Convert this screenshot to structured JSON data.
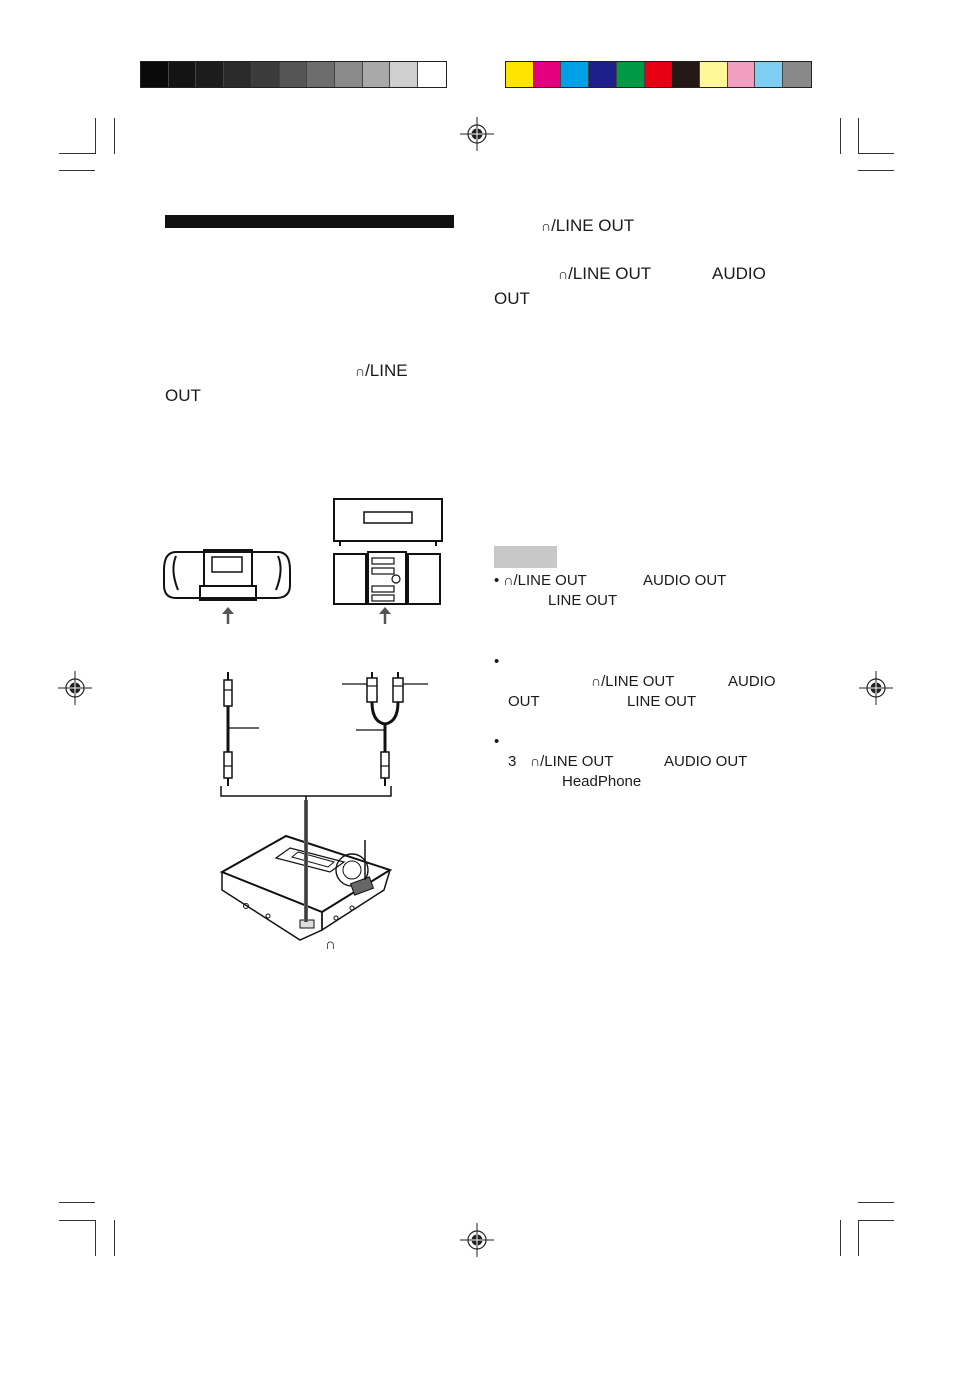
{
  "colors": {
    "grayscale": [
      "#0a0a0a",
      "#141414",
      "#1c1c1c",
      "#2b2b2b",
      "#3b3b3b",
      "#555555",
      "#6d6d6d",
      "#8a8a8a",
      "#a9a9a9",
      "#cfcfcf",
      "#ffffff"
    ],
    "process": [
      "#ffe400",
      "#e4007f",
      "#00a0e9",
      "#1d2088",
      "#009944",
      "#e60012",
      "#231815",
      "#fff799",
      "#f19ec2",
      "#7ecef4",
      "#898989"
    ]
  },
  "headphone_glyph": "∩",
  "left_column": {
    "jack_line1": "/LINE",
    "jack_line2": "OUT"
  },
  "right_column": {
    "heading_jack": "/LINE OUT",
    "para_jack": "/LINE OUT",
    "para_audio": "AUDIO",
    "para_out": "OUT",
    "note1_jack": "/LINE OUT",
    "note1_audio": "AUDIO OUT",
    "note1_line": "LINE OUT",
    "note2_jack": "/LINE OUT",
    "note2_audio": "AUDIO",
    "note2_out": "OUT",
    "note2_line": "LINE OUT",
    "note3_num": "3",
    "note3_jack": "/LINE OUT",
    "note3_audio": "AUDIO OUT",
    "note3_hp": "HeadPhone"
  }
}
